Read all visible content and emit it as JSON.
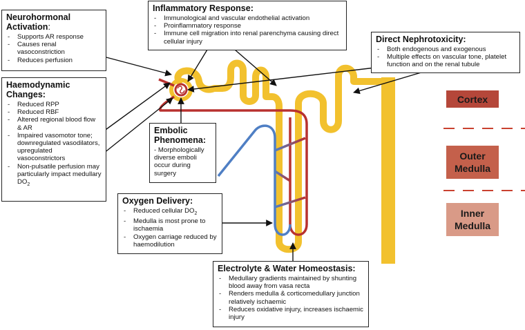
{
  "boxes": {
    "neurohormonal": {
      "title_line1": "Neurohormonal",
      "title_line2": "Activation",
      "title_suffix": ":",
      "items": [
        "Supports AR response",
        "Causes renal vasoconstriction",
        "Reduces perfusion"
      ]
    },
    "haemodynamic": {
      "title_line1": "Haemodynamic",
      "title_line2": "Changes:",
      "items": [
        "Reduced RPP",
        "Reduced RBF",
        "Altered regional blood flow & AR",
        "Impaired vasomotor tone; downregulated vasodilators, upregulated vasoconstrictors",
        "Non-pulsatile perfusion may particularly impact medullary DO"
      ],
      "subscript": "2"
    },
    "inflammatory": {
      "title": "Inflammatory Response:",
      "items": [
        "Immunological and vascular endothelial activation",
        "Proinflammatory response",
        "Immune cell migration into renal parenchyma causing direct cellular injury"
      ]
    },
    "embolic": {
      "title_line1": "Embolic",
      "title_line2": "Phenomena:",
      "text": "- Morphologically diverse emboli occur during surgery"
    },
    "nephrotoxicity": {
      "title": "Direct Nephrotoxicity:",
      "items": [
        "Both endogenous and exogenous",
        "Multiple effects on vascular tone, platelet function and on the renal tubule"
      ]
    },
    "oxygen": {
      "title": "Oxygen Delivery:",
      "item1": "Reduced cellular DO",
      "subscript": "2",
      "items": [
        "Medulla is most prone to ischaemia",
        "Oxygen carriage reduced by haemodilution"
      ]
    },
    "electrolyte": {
      "title": "Electrolyte & Water Homeostasis:",
      "items": [
        "Medullary gradients maintained by shunting blood away from vasa recta",
        "Renders medulla & corticomedullary junction relatively ischaemic",
        "Reduces oxidative injury, increases ischaemic injury"
      ]
    }
  },
  "zones": {
    "cortex": "Cortex",
    "outer_medulla_1": "Outer",
    "outer_medulla_2": "Medulla",
    "inner_medulla_1": "Inner",
    "inner_medulla_2": "Medulla"
  },
  "colors": {
    "tubule": "#f2c12e",
    "arteriole": "#b8312f",
    "vein": "#4f7fc4",
    "cortex": "#b5473a",
    "outer_medulla": "#c4604b",
    "inner_medulla": "#d99a87",
    "divider": "#c9412f"
  }
}
